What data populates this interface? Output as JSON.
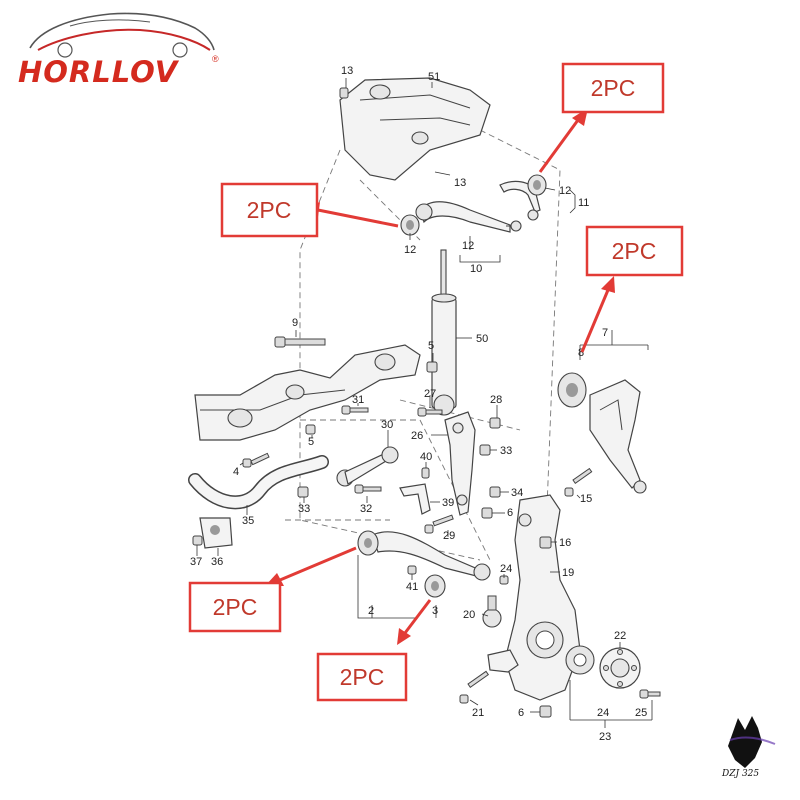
{
  "brand": {
    "name": "HORLLOV",
    "registered_mark": "®"
  },
  "callouts": [
    "2PC",
    "2PC",
    "2PC",
    "2PC",
    "2PC"
  ],
  "part_numbers": {
    "p13a": "13",
    "p51": "51",
    "p13b": "13",
    "p12a": "12",
    "p11": "11",
    "p12b": "12",
    "p12c": "12",
    "p10": "10",
    "p7": "7",
    "p8": "8",
    "p9": "9",
    "p5a": "5",
    "p50": "50",
    "p27": "27",
    "p28": "28",
    "p31": "31",
    "p30": "30",
    "p26": "26",
    "p33a": "33",
    "p5b": "5",
    "p4": "4",
    "p40": "40",
    "p34": "34",
    "p15": "15",
    "p39": "39",
    "p6a": "6",
    "p32": "32",
    "p33b": "33",
    "p35": "35",
    "p29": "29",
    "p16": "16",
    "p37": "37",
    "p36": "36",
    "p24a": "24",
    "p19": "19",
    "p41": "41",
    "p2": "2",
    "p3": "3",
    "p20": "20",
    "p22": "22",
    "p21": "21",
    "p6b": "6",
    "p24b": "24",
    "p25": "25",
    "p23": "23"
  },
  "watermark": "DZJ 325"
}
